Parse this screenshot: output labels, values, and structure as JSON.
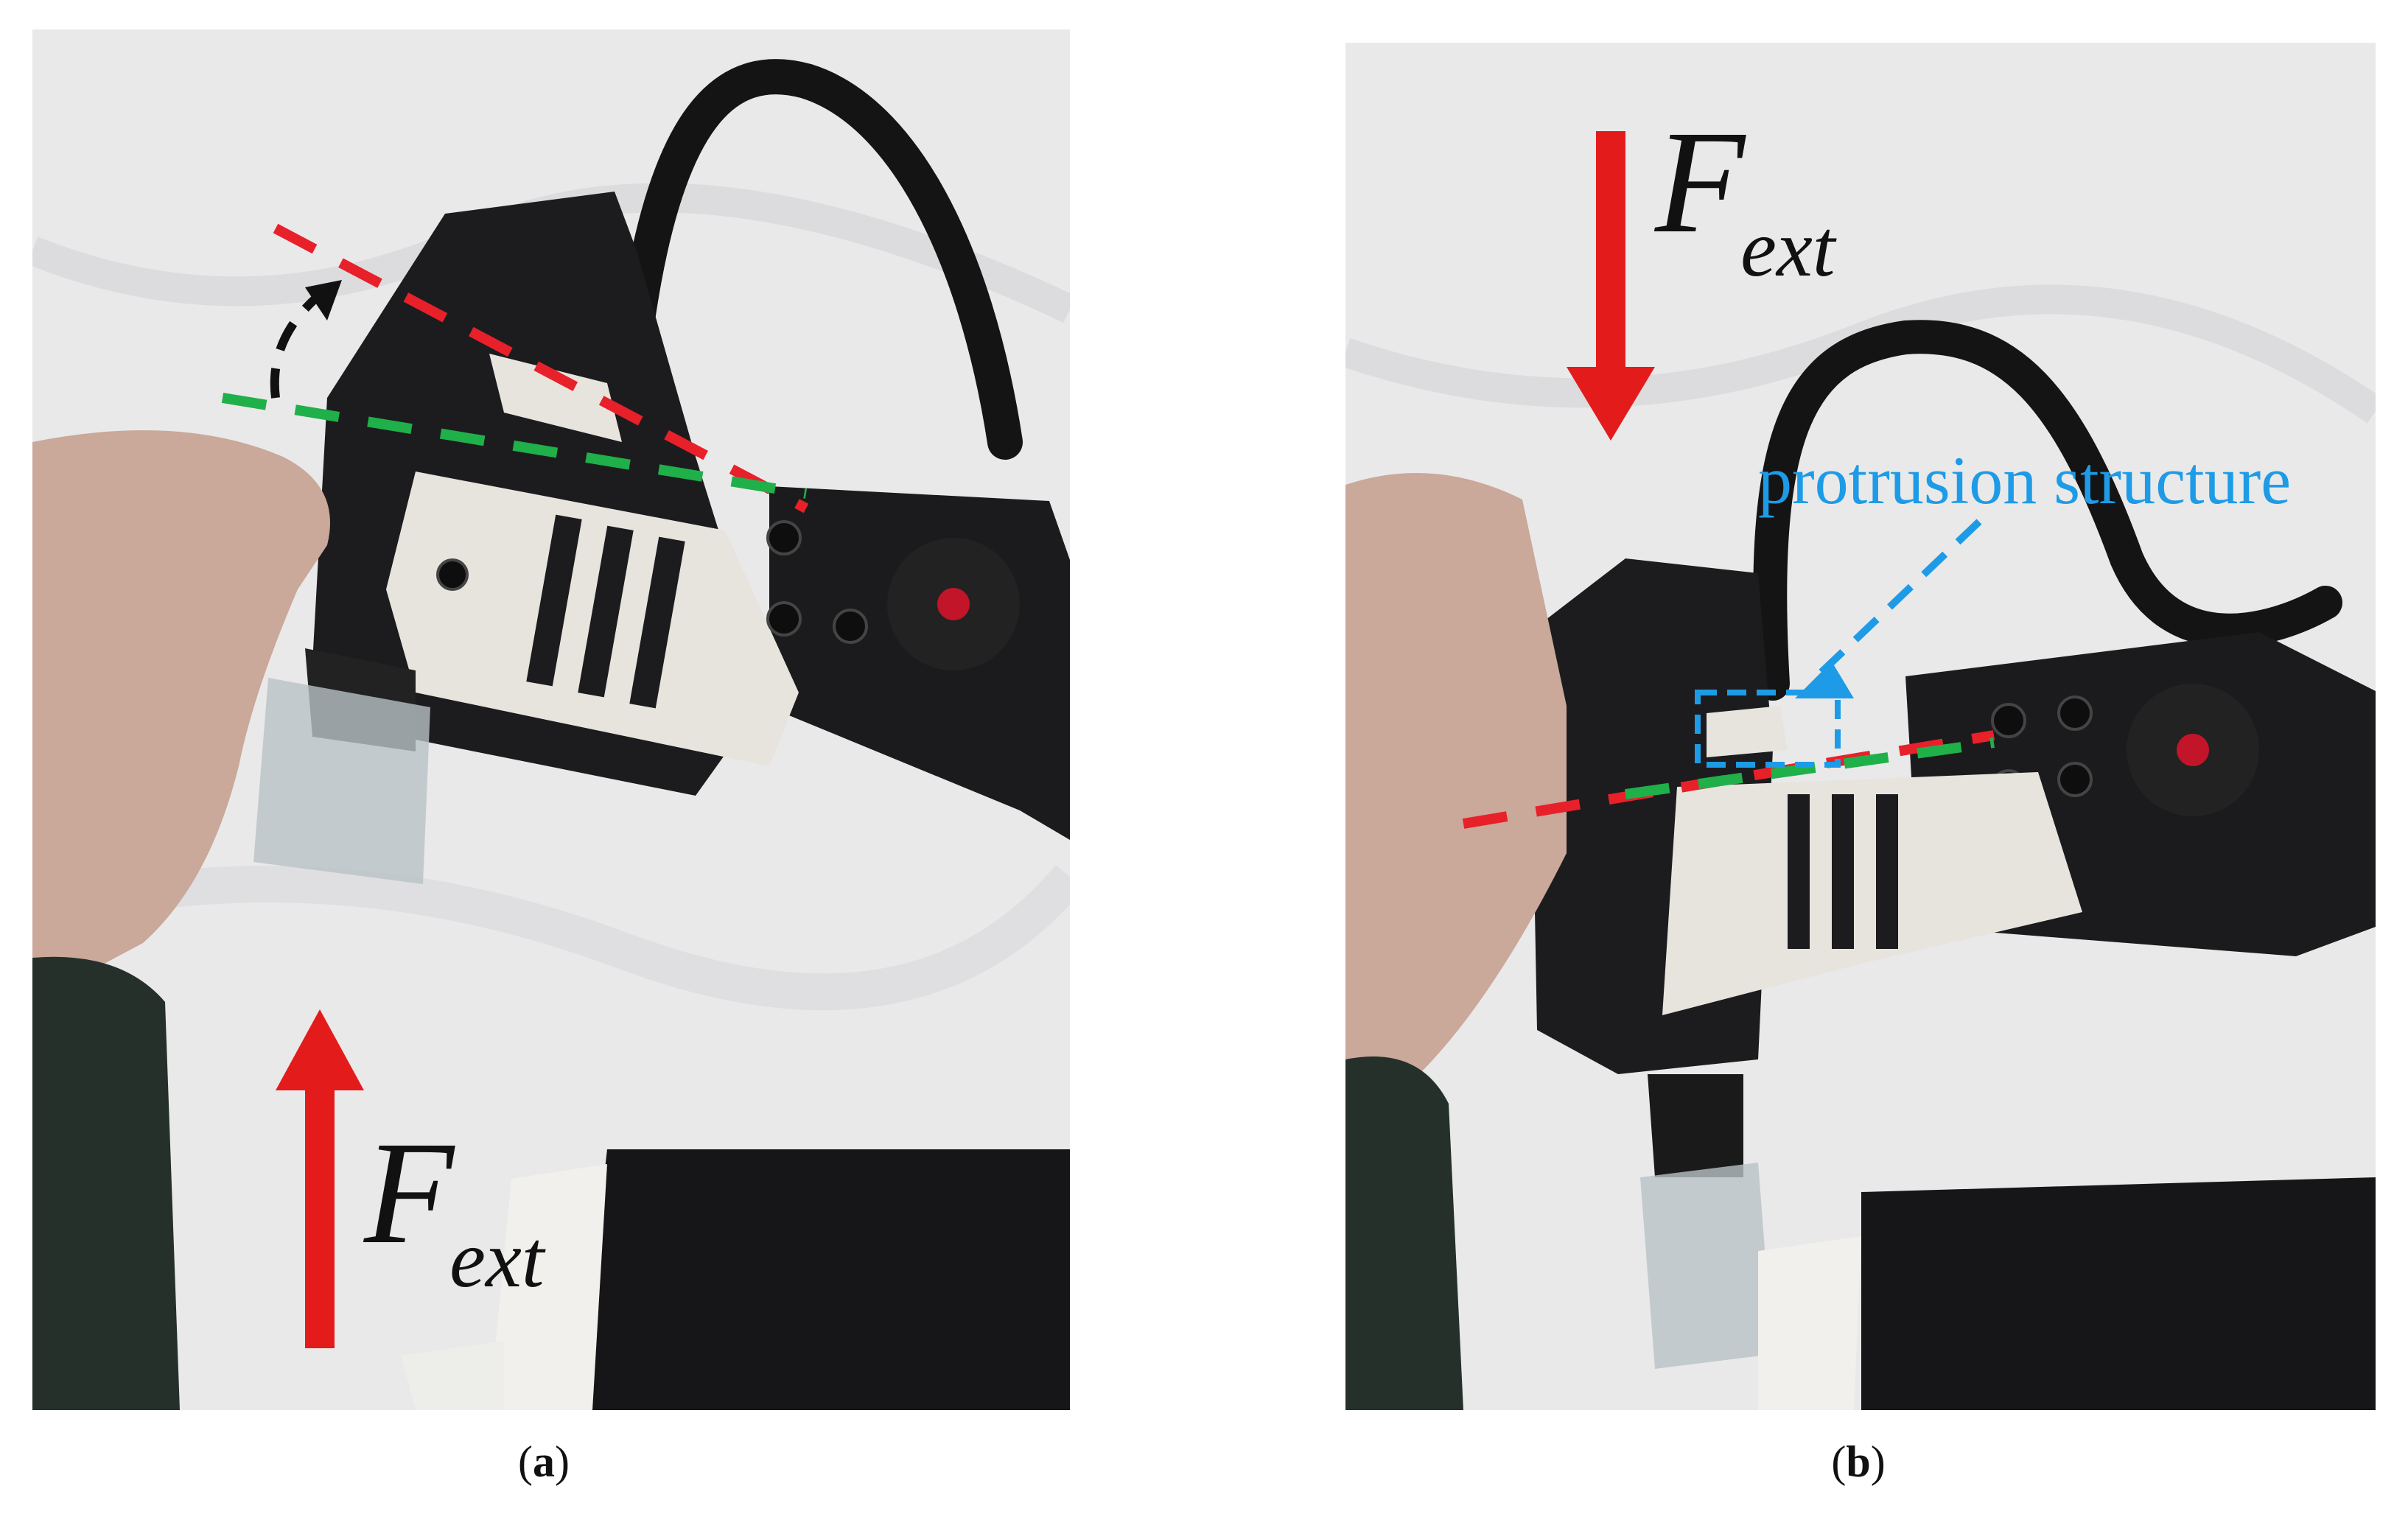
{
  "figure": {
    "panel_a": {
      "caption_letter": "a",
      "force_symbol": "F",
      "force_subscript": "ext",
      "force_direction": "up",
      "arrow_color": "#e41b1b",
      "reference_line_color": "#1fb04a",
      "tilted_line_color": "#e8202a",
      "rotation_arrow_color": "#111111"
    },
    "panel_b": {
      "caption_letter": "b",
      "force_symbol": "F",
      "force_subscript": "ext",
      "force_direction": "down",
      "annotation": "protrusion structure",
      "annotation_color": "#1e9be6",
      "arrow_color": "#e41b1b",
      "reference_line_color": "#1fb04a",
      "tilted_line_color": "#e8202a"
    }
  }
}
